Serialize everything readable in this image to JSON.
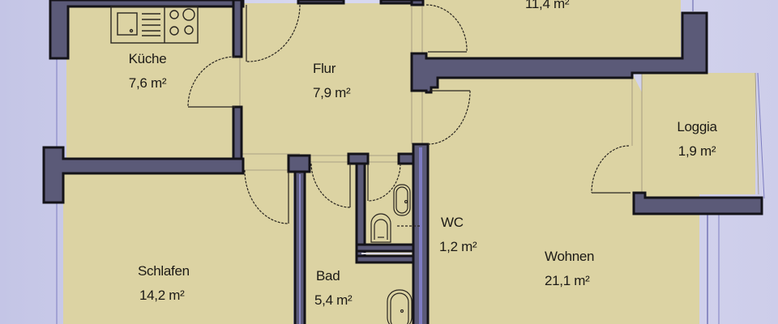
{
  "plan": {
    "type": "apartment floor plan",
    "colors": {
      "floor": "#dcd3a3",
      "wall_fill": "#5b5a78",
      "wall_outline": "#141319",
      "background": "#d4d5ef",
      "text": "#1c1a16"
    },
    "rooms": [
      {
        "id": "kueche",
        "name": "Küche",
        "area": "7,6 m²"
      },
      {
        "id": "flur",
        "name": "Flur",
        "area": "7,9 m²"
      },
      {
        "id": "top-room",
        "name": "",
        "area": "11,4 m²"
      },
      {
        "id": "loggia",
        "name": "Loggia",
        "area": "1,9 m²"
      },
      {
        "id": "schlafen",
        "name": "Schlafen",
        "area": "14,2 m²"
      },
      {
        "id": "bad",
        "name": "Bad",
        "area": "5,4 m²"
      },
      {
        "id": "wc",
        "name": "WC",
        "area": "1,2 m²"
      },
      {
        "id": "wohnen",
        "name": "Wohnen",
        "area": "21,1 m²"
      }
    ]
  }
}
